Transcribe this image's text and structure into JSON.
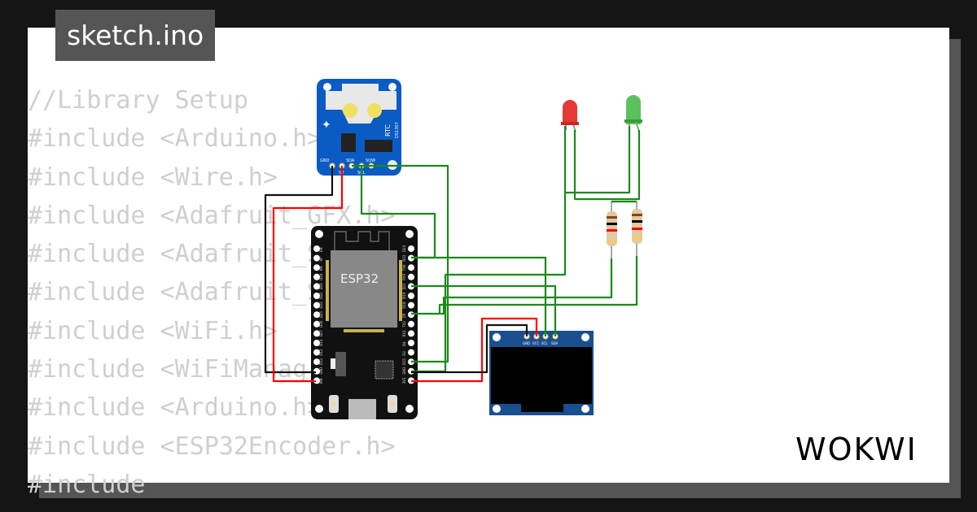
{
  "tab": {
    "title": "sketch.ino"
  },
  "code_lines": [
    "//Library Setup",
    "#include <Arduino.h>",
    "#include <Wire.h>",
    "#include <Adafruit_GFX.h>",
    "#include <Adafruit_S",
    "#include <Adafruit_S",
    "#include <WiFi.h>",
    "#include <WiFiManag",
    "#include <Arduino.h>",
    "#include <ESP32Encoder.h>",
    "#include"
  ],
  "components": {
    "rtc": {
      "label": "RTC",
      "chip": "DS1307",
      "pins": [
        "GND",
        "5V",
        "SDA",
        "SCL",
        "SQW"
      ]
    },
    "esp32": {
      "label": "ESP32",
      "left_pins": [
        "EN",
        "VP",
        "VN",
        "D34",
        "D35",
        "D32",
        "D33",
        "D25",
        "D26",
        "D27",
        "D14",
        "D12",
        "D13",
        "GND",
        "VIN"
      ],
      "right_pins": [
        "D23",
        "D22",
        "TX0",
        "RX0",
        "D21",
        "D19",
        "D18",
        "D5",
        "TX2",
        "RX2",
        "D4",
        "D2",
        "D15",
        "GND",
        "3V3"
      ]
    },
    "oled": {
      "pins": [
        "GND",
        "VCC",
        "SCL",
        "SDA"
      ]
    },
    "leds": [
      {
        "color": "#e53935"
      },
      {
        "color": "#43a047"
      }
    ]
  },
  "colors": {
    "wire_green": "#1a8a1a",
    "wire_red": "#ff0000",
    "wire_black": "#111111",
    "pcb_blue": "#0a5bc4",
    "oled_blue": "#1a4f8f"
  },
  "brand": {
    "logo": "WOKWI"
  }
}
